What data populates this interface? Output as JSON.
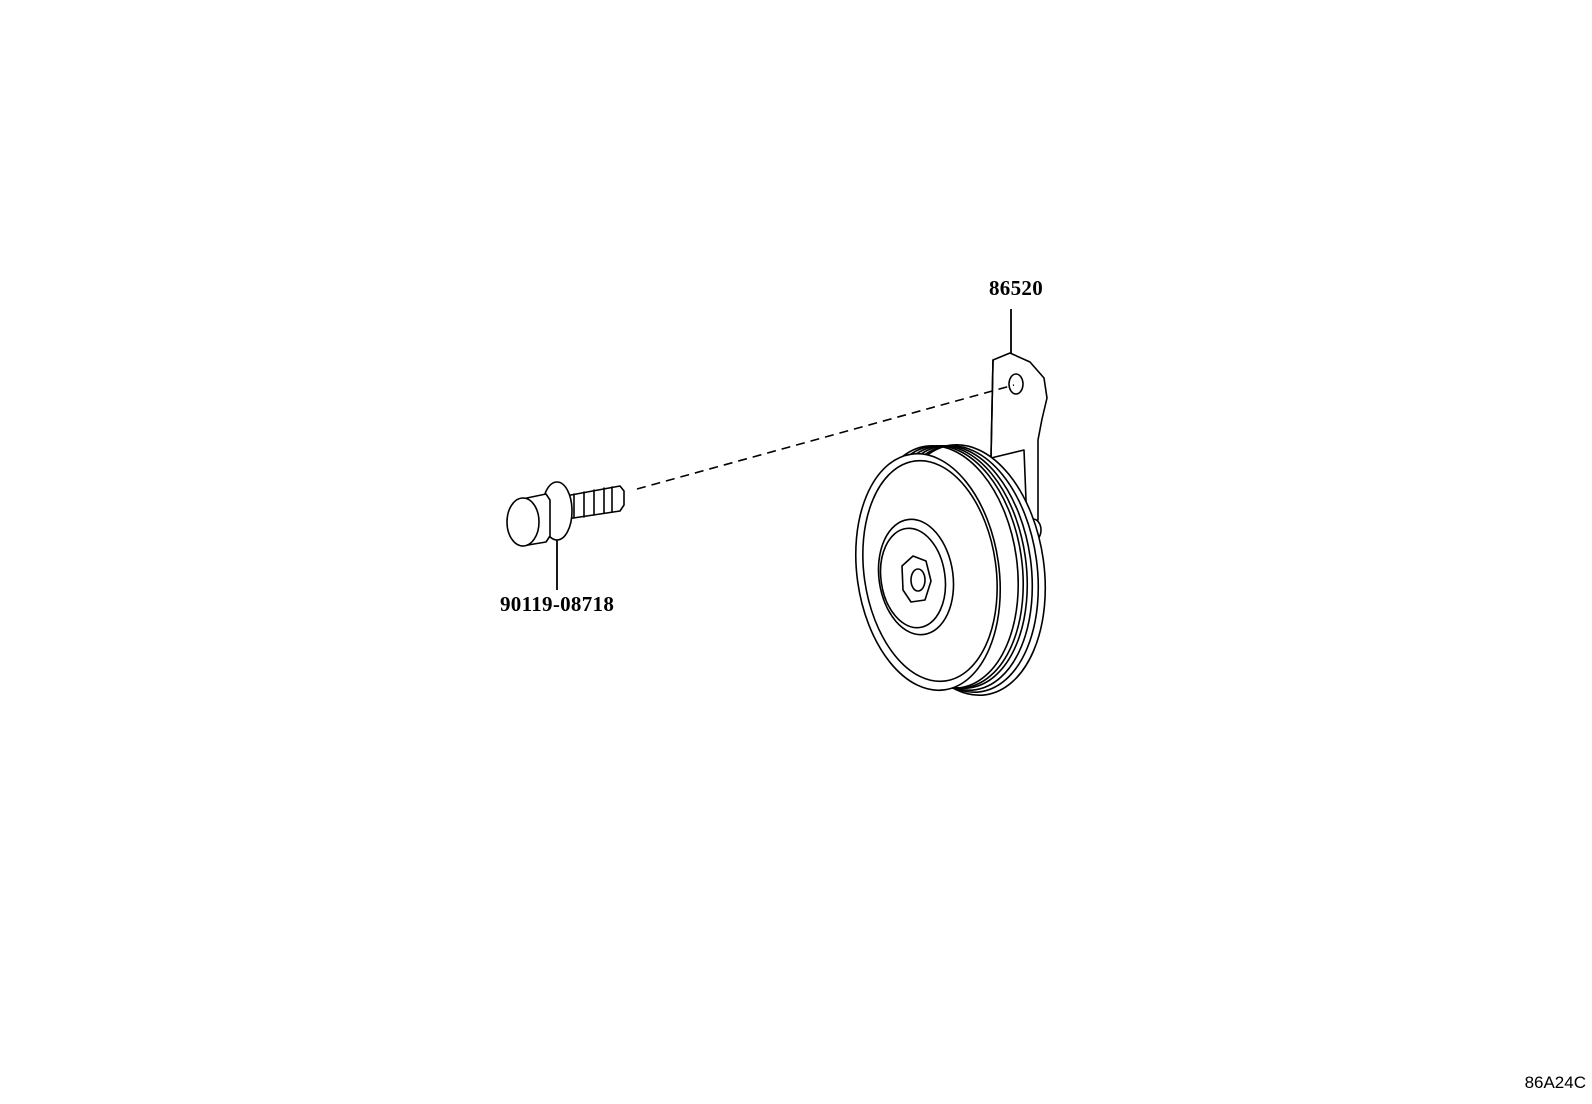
{
  "diagram": {
    "parts": [
      {
        "id": "horn",
        "number": "86520",
        "name_icon": "horn-icon"
      },
      {
        "id": "bolt",
        "number": "90119-08718",
        "name_icon": "flange-bolt-icon"
      }
    ],
    "figure_code": "86A24C"
  },
  "colors": {
    "line": "#000000",
    "background": "#ffffff"
  }
}
